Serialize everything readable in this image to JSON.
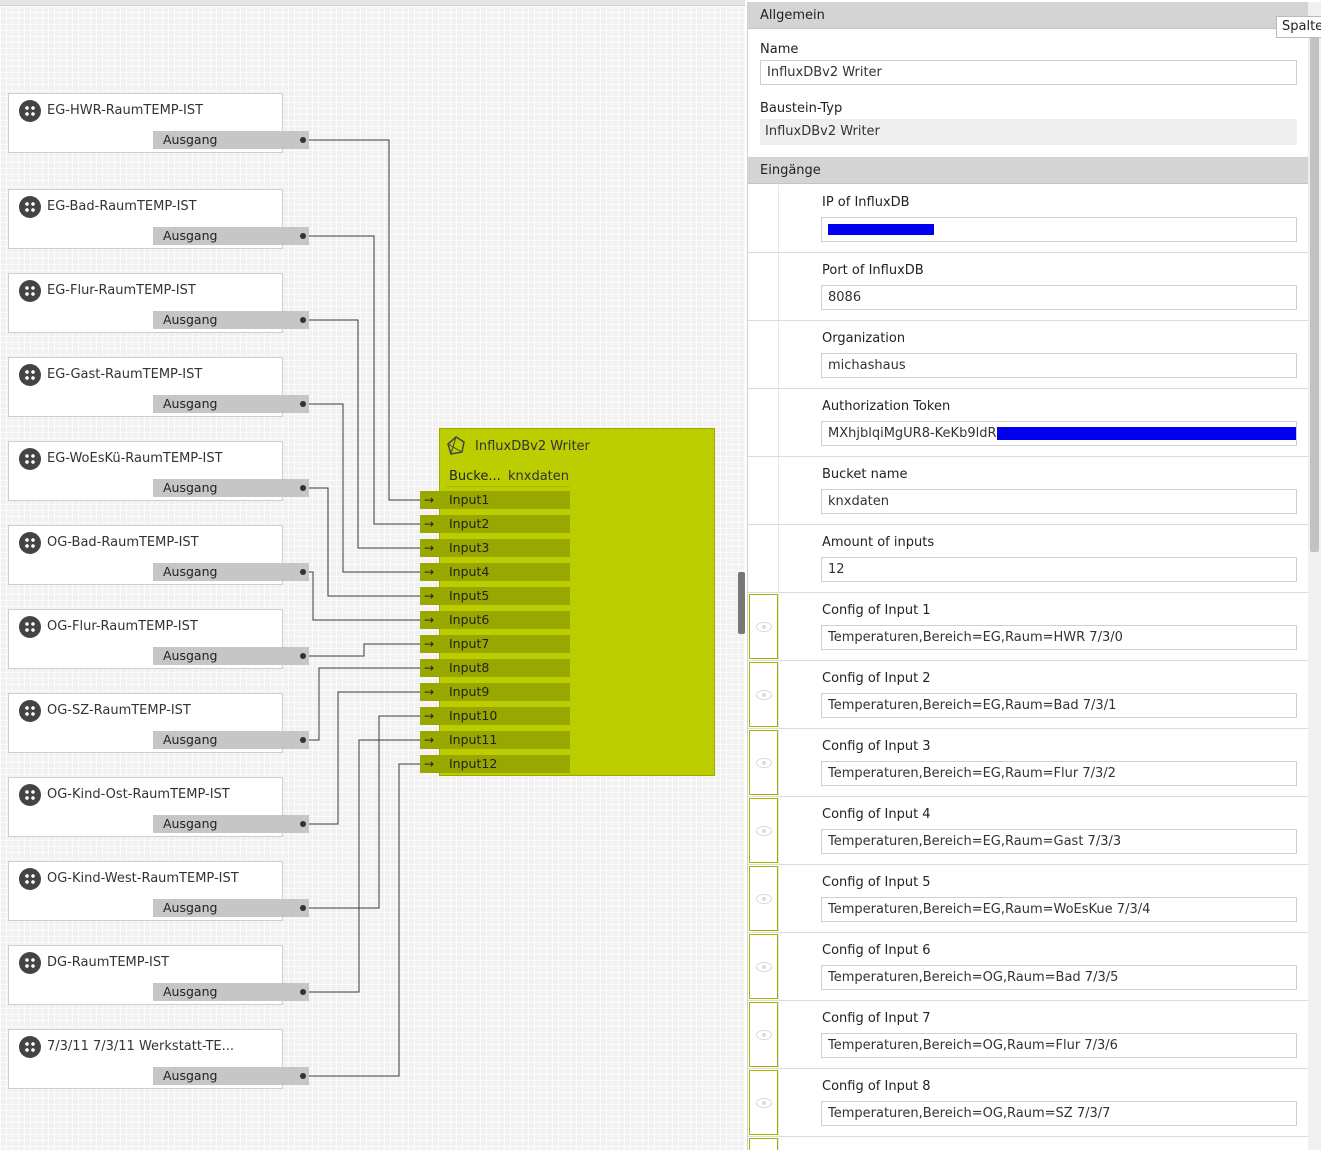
{
  "canvas": {
    "source_nodes": [
      {
        "title": "EG-HWR-RaumTEMP-IST",
        "output": "Ausgang"
      },
      {
        "title": "EG-Bad-RaumTEMP-IST",
        "output": "Ausgang"
      },
      {
        "title": "EG-Flur-RaumTEMP-IST",
        "output": "Ausgang"
      },
      {
        "title": "EG-Gast-RaumTEMP-IST",
        "output": "Ausgang"
      },
      {
        "title": "EG-WoEsKü-RaumTEMP-IST",
        "output": "Ausgang"
      },
      {
        "title": "OG-Bad-RaumTEMP-IST",
        "output": "Ausgang"
      },
      {
        "title": "OG-Flur-RaumTEMP-IST",
        "output": "Ausgang"
      },
      {
        "title": "OG-SZ-RaumTEMP-IST",
        "output": "Ausgang"
      },
      {
        "title": "OG-Kind-Ost-RaumTEMP-IST",
        "output": "Ausgang"
      },
      {
        "title": "OG-Kind-West-RaumTEMP-IST",
        "output": "Ausgang"
      },
      {
        "title": "DG-RaumTEMP-IST",
        "output": "Ausgang"
      },
      {
        "title": "7/3/11  7/3/11  Werkstatt-TE...",
        "output": "Ausgang"
      }
    ],
    "writer_block": {
      "title": "InfluxDBv2 Writer",
      "param_name": "Bucke...",
      "param_value": "knxdaten",
      "inputs": [
        "Input1",
        "Input2",
        "Input3",
        "Input4",
        "Input5",
        "Input6",
        "Input7",
        "Input8",
        "Input9",
        "Input10",
        "Input11",
        "Input12"
      ],
      "color": "#bccd00"
    }
  },
  "panel": {
    "tooltip": "Spalte",
    "general": {
      "header": "Allgemein",
      "name_label": "Name",
      "name_value": "InfluxDBv2 Writer",
      "type_label": "Baustein-Typ",
      "type_value": "InfluxDBv2 Writer"
    },
    "inputs": {
      "header": "Eingänge",
      "fields": [
        {
          "label": "IP of InfluxDB",
          "value": ""
        },
        {
          "label": "Port of InfluxDB",
          "value": "8086"
        },
        {
          "label": "Organization",
          "value": "michashaus"
        },
        {
          "label": "Authorization Token",
          "value": "MXhjblqiMgUR8-KeKb9ldR"
        },
        {
          "label": "Bucket name",
          "value": "knxdaten"
        },
        {
          "label": "Amount of inputs",
          "value": "12"
        },
        {
          "label": "Config of Input 1",
          "value": "Temperaturen,Bereich=EG,Raum=HWR 7/3/0"
        },
        {
          "label": "Config of Input 2",
          "value": "Temperaturen,Bereich=EG,Raum=Bad 7/3/1"
        },
        {
          "label": "Config of Input 3",
          "value": "Temperaturen,Bereich=EG,Raum=Flur 7/3/2"
        },
        {
          "label": "Config of Input 4",
          "value": "Temperaturen,Bereich=EG,Raum=Gast 7/3/3"
        },
        {
          "label": "Config of Input 5",
          "value": "Temperaturen,Bereich=EG,Raum=WoEsKue 7/3/4"
        },
        {
          "label": "Config of Input 6",
          "value": "Temperaturen,Bereich=OG,Raum=Bad 7/3/5"
        },
        {
          "label": "Config of Input 7",
          "value": "Temperaturen,Bereich=OG,Raum=Flur 7/3/6"
        },
        {
          "label": "Config of Input 8",
          "value": "Temperaturen,Bereich=OG,Raum=SZ 7/3/7"
        }
      ]
    }
  },
  "colors": {
    "block": "#bccd00",
    "port": "#98a800",
    "redaction": "#0000ee"
  }
}
